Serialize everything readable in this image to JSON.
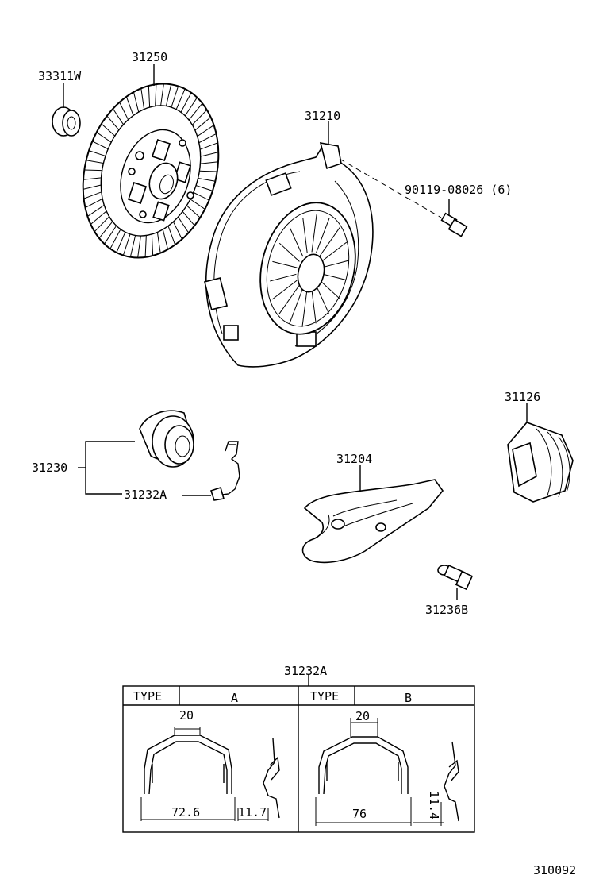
{
  "parts": {
    "p33311w": "33311W",
    "p31250": "31250",
    "p31210": "31210",
    "p90119": "90119-08026 (6)",
    "p31230": "31230",
    "p31232a": "31232A",
    "p31126": "31126",
    "p31204": "31204",
    "p31236b": "31236B"
  },
  "detail": {
    "title": "31232A",
    "type_label": "TYPE",
    "type_a": "A",
    "type_b": "B",
    "a_top_dim": "20",
    "a_bottom_dim": "72.6",
    "a_side_dim": "11.7",
    "b_top_dim": "20",
    "b_bottom_dim": "76",
    "b_side_dim": "11.4"
  },
  "figure_code": "310092"
}
